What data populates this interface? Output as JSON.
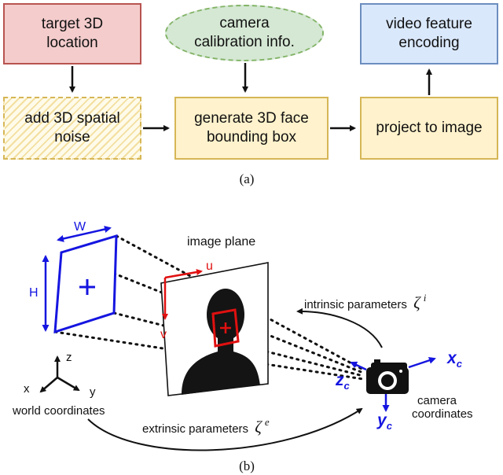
{
  "panel_a": {
    "boxes": {
      "target": "target 3D\nlocation",
      "camera": "camera\ncalibration info.",
      "video": "video feature\nencoding",
      "noise": "add 3D spatial\nnoise",
      "generate": "generate 3D face\nbounding box",
      "project": "project to image"
    },
    "caption": "(a)"
  },
  "panel_b": {
    "labels": {
      "W": "W",
      "H": "H",
      "image_plane": "image plane",
      "u": "u",
      "v": "v",
      "intrinsic": "intrinsic parameters",
      "extrinsic": "extrinsic parameters",
      "zeta": "ζ",
      "sup_i": "i",
      "sup_e": "e",
      "world_x": "x",
      "world_y": "y",
      "world_z": "z",
      "world_coords": "world coordinates",
      "cam_coords": "camera\ncoordinates",
      "x_c": "x",
      "y_c": "y",
      "z_c": "z",
      "sub_c": "c"
    },
    "caption": "(b)"
  },
  "colors": {
    "blue": "#1515e0",
    "red": "#e01010",
    "black": "#111111"
  }
}
